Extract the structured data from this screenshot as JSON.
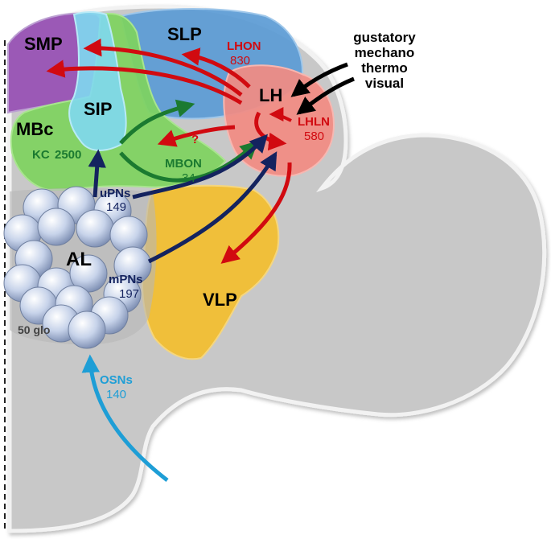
{
  "regions": {
    "smp": "SMP",
    "sip": "SIP",
    "slp": "SLP",
    "mbc": "MBc",
    "lh": "LH",
    "vlp": "VLP",
    "al": "AL"
  },
  "cells": {
    "kc": {
      "name": "KC",
      "count": "2500"
    },
    "lhon": {
      "name": "LHON",
      "count": "830"
    },
    "lhln": {
      "name": "LHLN",
      "count": "580"
    },
    "mbon": {
      "name": "MBON",
      "count": "34"
    },
    "upns": {
      "name": "uPNs",
      "count": "149"
    },
    "mpns": {
      "name": "mPNs",
      "count": "197"
    },
    "osns": {
      "name": "OSNs",
      "count": "140"
    }
  },
  "glomeruli": "50 glo",
  "unknown_mark": "?",
  "modalities": [
    "gustatory",
    "mechano",
    "thermo",
    "visual"
  ],
  "colors": {
    "red": "#d10a10",
    "green": "#1b7a30",
    "navy": "#14235f",
    "cyan": "#1e9ed6",
    "smp": "#9b59b6",
    "sip": "#7fd8f0",
    "slp": "#5b9bd5",
    "mb": "#7ed35e",
    "lh": "#f28b82",
    "vlp": "#f0bf3a",
    "brain": "#c8c8c8"
  }
}
